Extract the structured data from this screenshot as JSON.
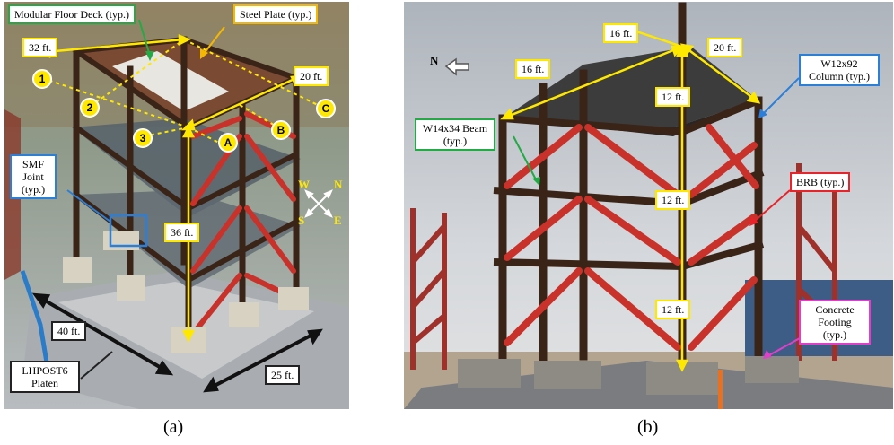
{
  "panel_a": {
    "caption": "(a)",
    "labels": {
      "floor_deck": "Modular Floor Deck (typ.)",
      "steel_plate": "Steel Plate (typ.)",
      "dim_32": "32 ft.",
      "dim_20": "20 ft.",
      "dim_36": "36 ft.",
      "dim_40": "40 ft.",
      "dim_25": "25 ft.",
      "smf_joint": "SMF Joint (typ.)",
      "platen": "LHPOST6 Platen"
    },
    "grid": [
      "1",
      "2",
      "3",
      "A",
      "B",
      "C"
    ],
    "compass": {
      "w": "W",
      "n": "N",
      "s": "S",
      "e": "E"
    }
  },
  "panel_b": {
    "caption": "(b)",
    "north": "N",
    "labels": {
      "dim_16_top": "16 ft.",
      "dim_16_left": "16 ft.",
      "dim_20": "20 ft.",
      "dim_12_a": "12 ft.",
      "dim_12_b": "12 ft.",
      "dim_12_c": "12 ft.",
      "beam": "W14x34 Beam (typ.)",
      "column": "W12x92 Column (typ.)",
      "brb": "BRB (typ.)",
      "footing": "Concrete Footing (typ.)"
    }
  },
  "colors": {
    "label_yellow": "#ffe800",
    "label_green": "#22aa44",
    "label_orange": "#f5b800",
    "label_blue": "#2c7fd8",
    "label_red": "#e8242a",
    "label_magenta": "#e040c8",
    "steel_frame": "#3a2418",
    "brace_red": "#c8322a"
  }
}
